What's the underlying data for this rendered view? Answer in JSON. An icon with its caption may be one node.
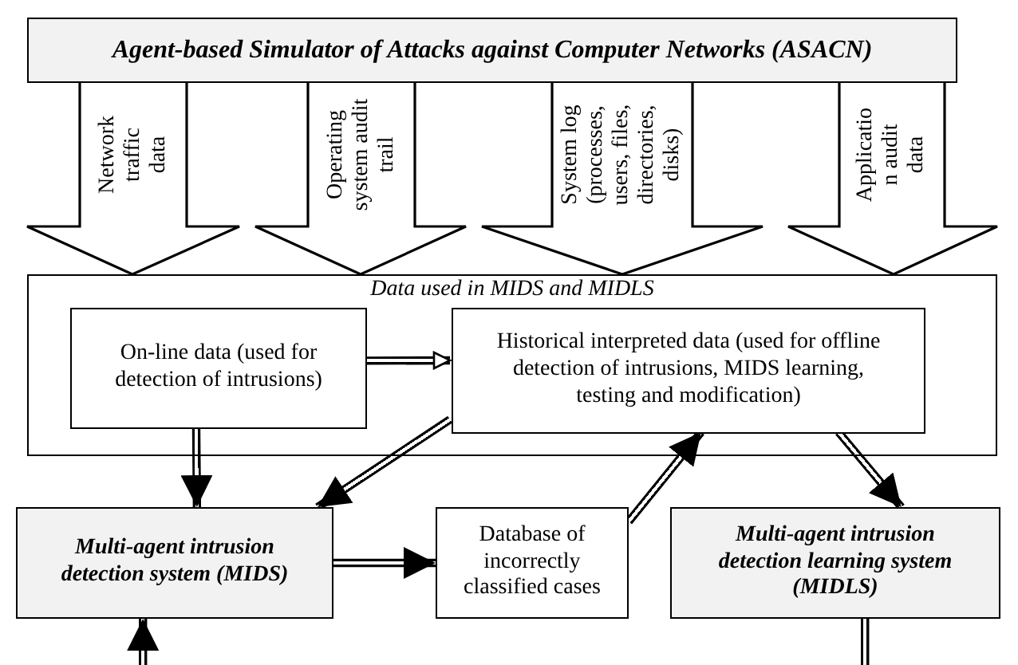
{
  "diagram": {
    "nodes": [
      {
        "text": [
          "Agent-based Simulator of Attacks against Computer Networks (ASACN)"
        ]
      },
      {
        "text": [
          "Data used in MIDS and MIDLS"
        ]
      },
      {
        "text": [
          "On-line data (used for detection of intrusions)"
        ],
        "in": 1
      },
      {
        "text": [
          "Historical interpreted data (used for offline detection of intrusions, MIDS learning, testing and modification)"
        ],
        "in": 1
      },
      {
        "text": [
          "Multi-agent intrusion detection system (MIDS)"
        ]
      },
      {
        "text": [
          "Database of incorrectly classified cases"
        ]
      },
      {
        "text": [
          "Multi-agent intrusion detection learning system (MIDLS)"
        ]
      }
    ],
    "edges": [
      {
        "from": 0,
        "to": 1,
        "arrow": "to",
        "label": "Network traffic data",
        "style": "thick"
      },
      {
        "from": 0,
        "to": 1,
        "arrow": "to",
        "label": "Operating system audit trail",
        "style": "thick"
      },
      {
        "from": 0,
        "to": 1,
        "arrow": "to",
        "label": "System log (processes, users, files, directories, disks)",
        "style": "thick"
      },
      {
        "from": 0,
        "to": 1,
        "arrow": "to",
        "label": "Applicatio n audit data",
        "style": "thick"
      },
      {
        "from": 2,
        "to": 3,
        "arrow": "to"
      },
      {
        "from": 3,
        "to": 4,
        "arrow": "to"
      },
      {
        "from": 2,
        "to": 4,
        "arrow": "to"
      },
      {
        "from": 4,
        "to": 5,
        "arrow": "to"
      },
      {
        "from": 5,
        "to": 3,
        "arrow": "to"
      },
      {
        "from": 3,
        "to": 6,
        "arrow": "to"
      },
      {
        "from": null,
        "to": 4,
        "arrow": "to"
      },
      {
        "from": 6,
        "to": null,
        "arrow": "none"
      }
    ]
  }
}
